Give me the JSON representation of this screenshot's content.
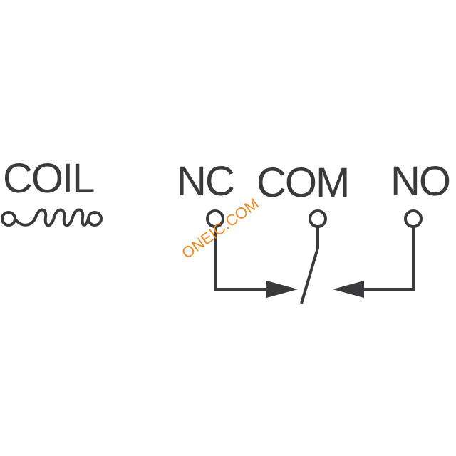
{
  "labels": {
    "coil": "COIL",
    "nc": "NC",
    "com": "COM",
    "no": "NO"
  },
  "watermark": "ONEIC.COM",
  "colors": {
    "ink": "#3a3a3c",
    "watermark": "#f08a24",
    "background": "#ffffff"
  },
  "icons": {
    "coil": "inductor-coil-icon",
    "terminal": "open-circle-terminal",
    "switch": "spdt-switch-arm"
  }
}
